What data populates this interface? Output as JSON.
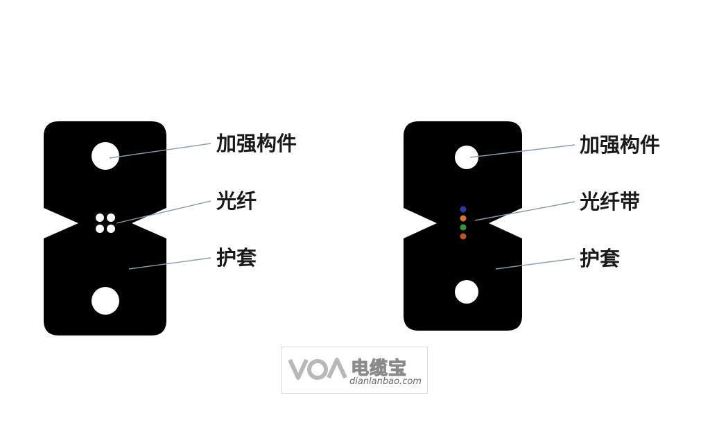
{
  "diagrams": [
    {
      "cross_section": "flat-drop-cable-with-fibers",
      "labels": {
        "strength_member": "加强构件",
        "fiber": "光纤",
        "sheath": "护套"
      }
    },
    {
      "cross_section": "flat-drop-cable-with-fiber-ribbon",
      "labels": {
        "strength_member": "加强构件",
        "fiber": "光纤带",
        "sheath": "护套"
      },
      "ribbon_fiber_colors": [
        "#2b3aa8",
        "#d9762a",
        "#2a9a3a",
        "#c0561c"
      ]
    }
  ],
  "colors": {
    "jacket": "#000000",
    "hole": "#ffffff",
    "leader_line": "#8a9aaa",
    "label_text": "#1a1a1a"
  },
  "watermark": {
    "logo_letters": "VOA",
    "name": "电缆宝",
    "url": "dianlanbao.com"
  }
}
